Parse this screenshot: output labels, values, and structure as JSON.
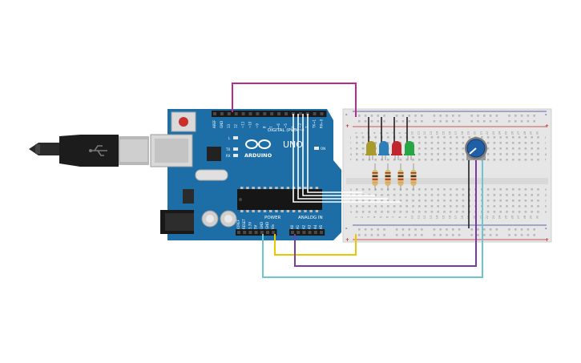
{
  "board": {
    "brand": "ARDUINO",
    "model": "UNO",
    "digital_header_label": "DIGITAL (PWM~)",
    "power_header_label": "POWER",
    "analog_header_label": "ANALOG IN",
    "on_led_label": "ON",
    "l_led_label": "L",
    "tx_label": "TX",
    "rx_label": "RX",
    "digital_pins": [
      "AREF",
      "GND",
      "13",
      "12",
      "~11",
      "~10",
      "~9",
      "8",
      "7",
      "~6",
      "~5",
      "4",
      "~3",
      "2",
      "TX→1",
      "RX←0"
    ],
    "power_pins": [
      "IOREF",
      "RESET",
      "3.3V",
      "5V",
      "GND",
      "GND",
      "Vin"
    ],
    "analog_pins": [
      "A0",
      "A1",
      "A2",
      "A3",
      "A4",
      "A5"
    ]
  },
  "breadboard": {
    "plus_sign": "+",
    "minus_sign": "-",
    "row_letters_top": [
      "j",
      "i",
      "h",
      "g",
      "f"
    ],
    "row_letters_bottom": [
      "e",
      "d",
      "c",
      "b",
      "a"
    ],
    "columns": [
      "1",
      "2",
      "3",
      "4",
      "5",
      "6",
      "7",
      "8",
      "9",
      "10",
      "11",
      "12",
      "13",
      "14",
      "15",
      "16",
      "17",
      "18",
      "19",
      "20",
      "21",
      "22",
      "23",
      "24",
      "25",
      "26",
      "27",
      "28",
      "29",
      "30"
    ]
  },
  "components": {
    "leds": [
      {
        "color": "#a89a2c"
      },
      {
        "color": "#2e7fb8"
      },
      {
        "color": "#c0272d"
      },
      {
        "color": "#27a643"
      }
    ],
    "potentiometer": {
      "color": "#1f5fa8"
    }
  },
  "wire_colors": {
    "magenta": "#b72d8f",
    "yellow": "#e8c800",
    "purple": "#7a3aa3",
    "cyan": "#6cc6cf",
    "white": "#ffffff",
    "black": "#202020"
  }
}
